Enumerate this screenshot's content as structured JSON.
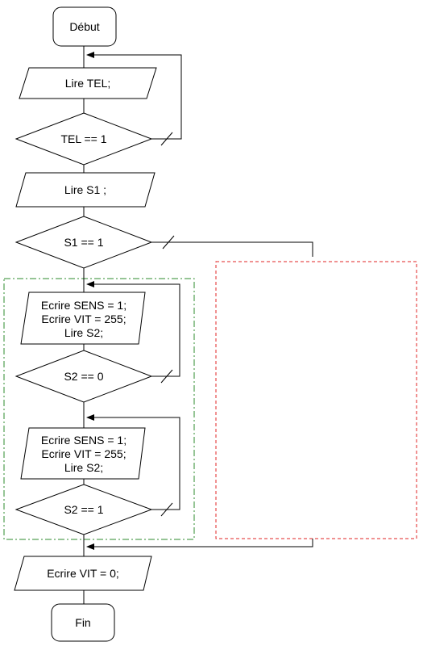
{
  "start": "Début",
  "read_tel": "Lire TEL;",
  "cond_tel": "TEL == 1",
  "read_s1": "Lire S1 ;",
  "cond_s1": "S1 == 1",
  "block1": [
    "Ecrire SENS = 1;",
    "Ecrire VIT = 255;",
    "Lire S2;"
  ],
  "cond_s2_zero": "S2 == 0",
  "block2": [
    "Ecrire SENS = 1;",
    "Ecrire VIT = 255;",
    "Lire S2;"
  ],
  "cond_s2_one": "S2 == 1",
  "write_vit": "Ecrire VIT = 0;",
  "end": "Fin",
  "colors": {
    "green_group": "#2e8b2e",
    "red_group": "#e02424"
  }
}
